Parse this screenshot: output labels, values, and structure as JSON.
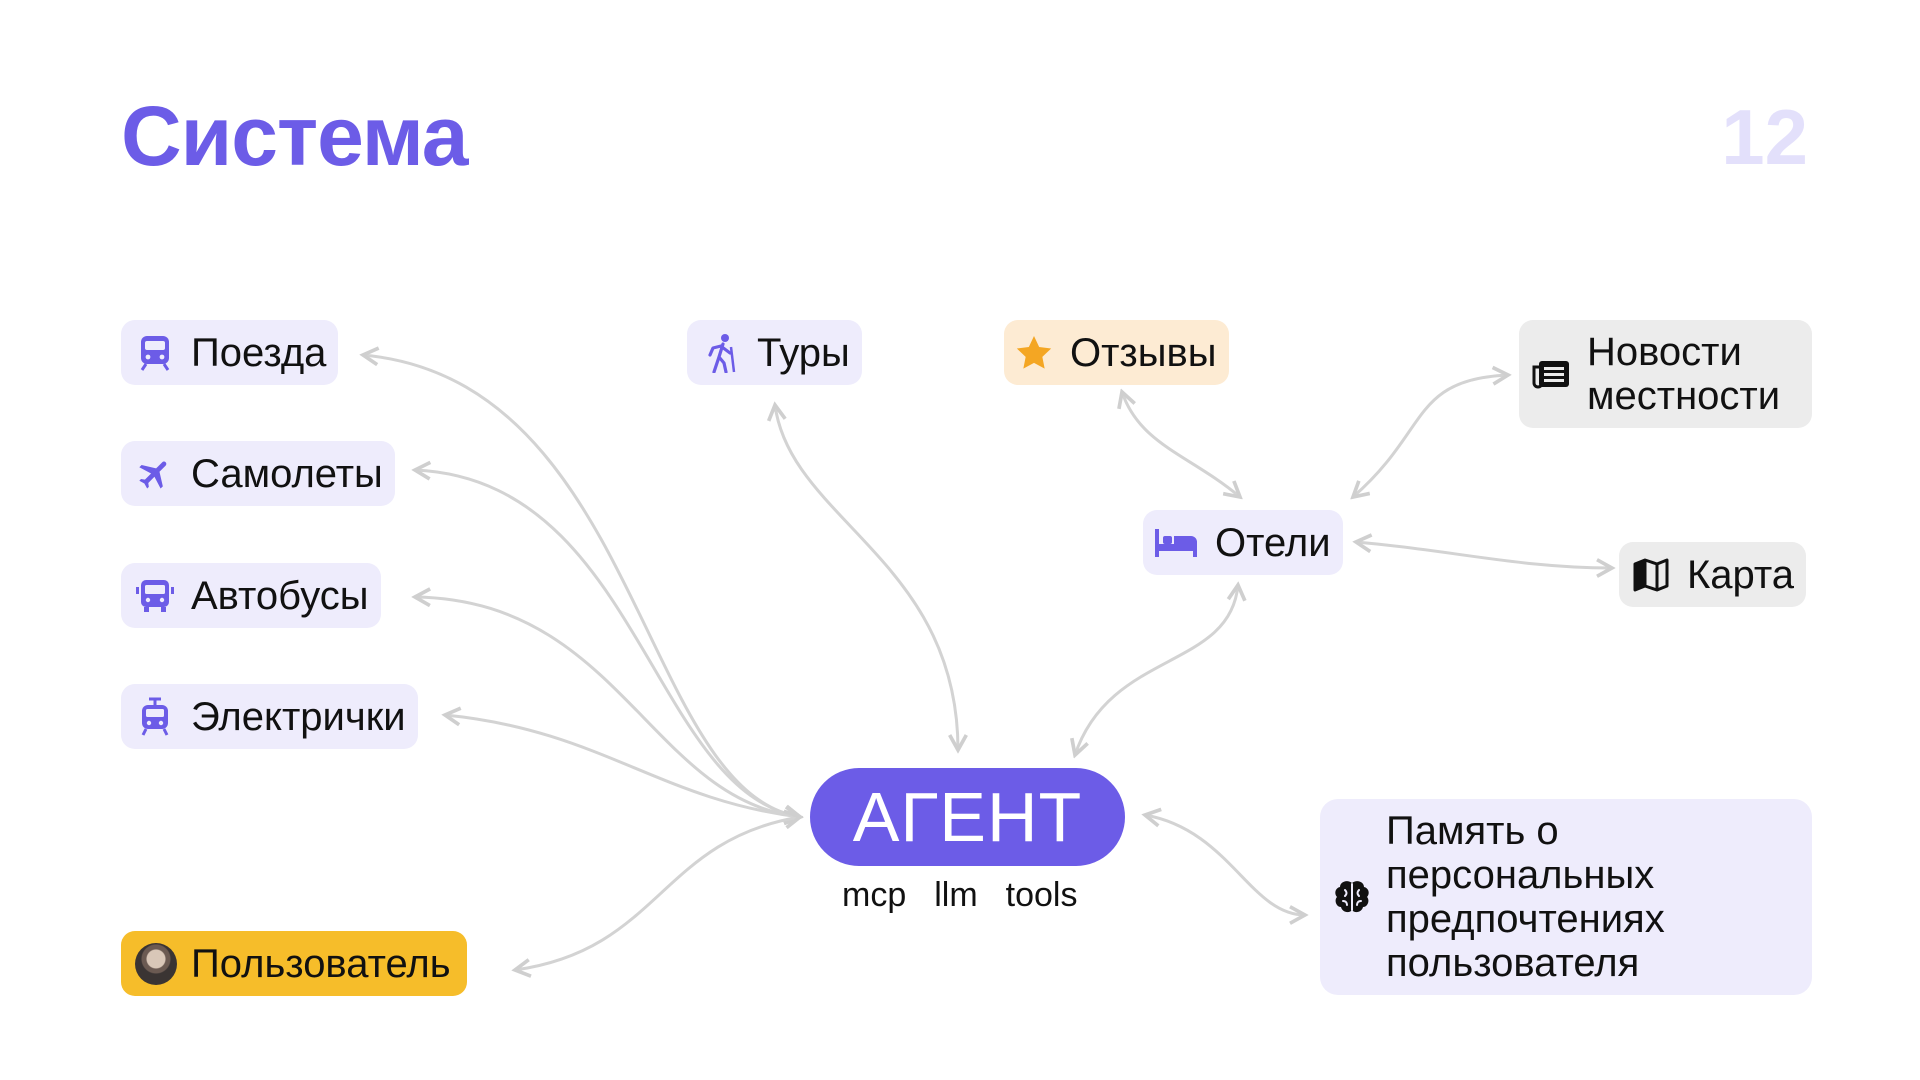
{
  "slide": {
    "title": "Система",
    "page_number": "12"
  },
  "nodes": {
    "trains": "Поезда",
    "planes": "Самолеты",
    "buses": "Автобусы",
    "elektrichki": "Электрички",
    "user": "Пользователь",
    "tours": "Туры",
    "reviews": "Отзывы",
    "hotels": "Отели",
    "news": [
      "Новости",
      "местности"
    ],
    "map": "Карта",
    "memory": [
      "Память о",
      "персональных",
      "предпочтениях",
      "пользователя"
    ]
  },
  "agent": {
    "label": "АГЕНТ",
    "sub": [
      "mcp",
      "llm",
      "tools"
    ]
  },
  "icons": [
    "train-icon",
    "plane-icon",
    "bus-icon",
    "tram-icon",
    "avatar",
    "hiker-icon",
    "star-icon",
    "bed-icon",
    "newspaper-icon",
    "map-icon",
    "brain-icon"
  ],
  "colors": {
    "accent": "#6c5ce7",
    "node_bg": "#eeecfc",
    "gray_bg": "#ececec",
    "reviews_bg": "#fdebd3",
    "user_bg": "#f6bd2a",
    "page_number": "#e3e0fb"
  }
}
